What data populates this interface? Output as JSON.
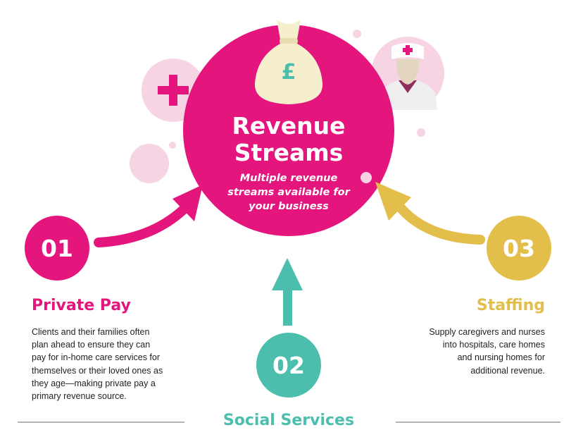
{
  "center": {
    "title_line1": "Revenue",
    "title_line2": "Streams",
    "subtitle_line1": "Multiple revenue",
    "subtitle_line2": "streams available for",
    "subtitle_line3": "your business",
    "currency_symbol": "£"
  },
  "items": [
    {
      "number": "01",
      "heading": "Private Pay",
      "lines": [
        "Clients and their families often",
        "plan ahead to ensure they can",
        "pay for in-home care services for",
        "themselves or their loved ones as",
        "they age—making private pay a",
        "primary revenue source."
      ]
    },
    {
      "number": "02",
      "heading": "Social Services"
    },
    {
      "number": "03",
      "heading": "Staffing",
      "lines": [
        "Supply caregivers and nurses",
        "into hospitals, care homes",
        "and nursing homes for",
        "additional revenue."
      ]
    }
  ],
  "colors": {
    "magenta": "#E5157E",
    "teal": "#4BBEAE",
    "gold": "#E3BE4A",
    "light_pink": "#F6D4E4",
    "money_bag": "#F5EFCE"
  },
  "icons": [
    "plus-cross-icon",
    "money-bag-icon",
    "nurse-icon"
  ]
}
